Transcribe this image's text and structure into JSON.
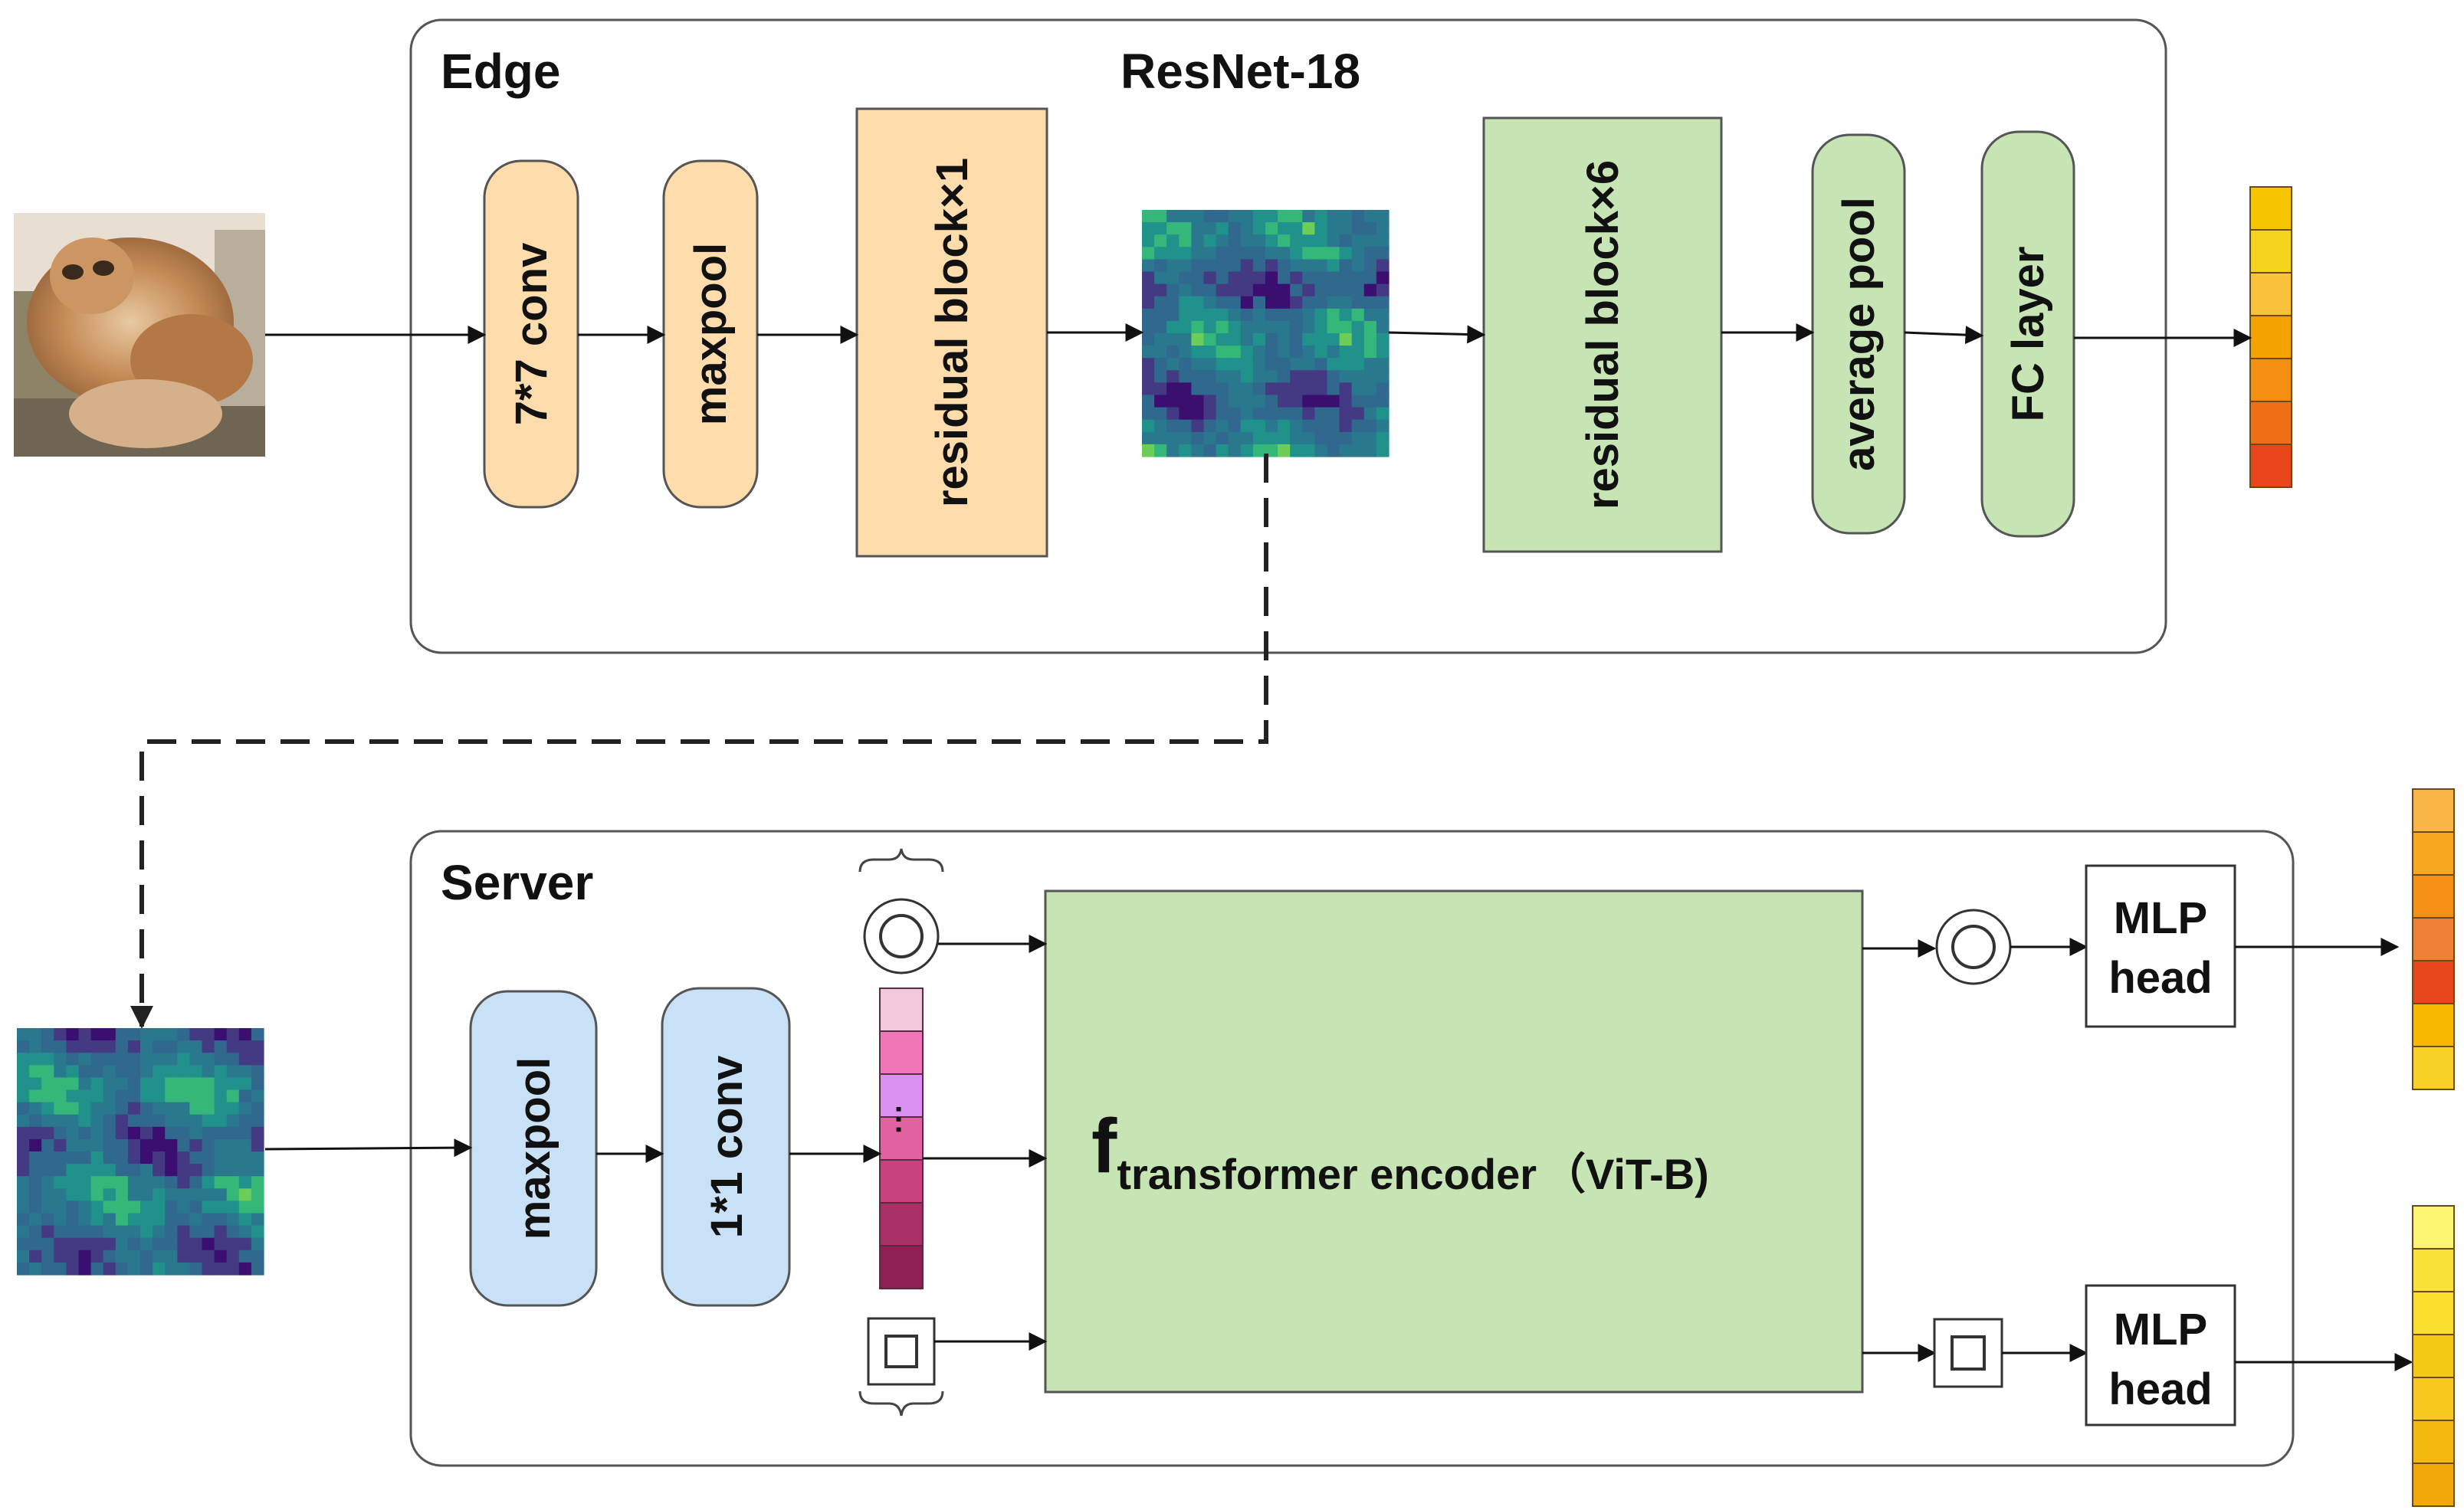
{
  "edge": {
    "section_label": "Edge",
    "network_title": "ResNet-18",
    "blocks": {
      "conv": "7*7 conv",
      "maxpool": "maxpool",
      "residual_1": "residual block×1",
      "residual_6": "residual block×6",
      "avgpool": "average pool",
      "fc": "FC layer"
    },
    "output_vector_colors": [
      "#F7C400",
      "#F4D31C",
      "#FAC13A",
      "#F2A300",
      "#F49011",
      "#EF6F17",
      "#E9461E"
    ]
  },
  "server": {
    "section_label": "Server",
    "blocks": {
      "maxpool": "maxpool",
      "conv1x1": "1*1 conv"
    },
    "token_colors": [
      "#F2C8DC",
      "#F078BA",
      "#D990F0",
      "#E062A3",
      "#C8427F",
      "#A93067",
      "#8E1F52"
    ],
    "token_ellipsis": "···",
    "encoder": {
      "symbol": "f",
      "subscript": "transformer encoder",
      "variant": "（ViT-B)"
    },
    "heads": [
      {
        "label_line1": "MLP",
        "label_line2": "head"
      },
      {
        "label_line1": "MLP",
        "label_line2": "head"
      }
    ],
    "output_vector_top_colors": [
      "#F8B644",
      "#F8A720",
      "#F49013",
      "#F08034",
      "#E8471D",
      "#F8B700",
      "#F7D125"
    ],
    "output_vector_bottom_colors": [
      "#FBF571",
      "#F8E336",
      "#F9DE2E",
      "#F4C914",
      "#F8CA1F",
      "#F3B90F",
      "#F1A808"
    ]
  },
  "icons": {
    "input_image": "cat-photo-icon",
    "feature_map": "feature-map-heatmap-icon",
    "class_token": "double-circle-icon",
    "distill_token": "square-token-icon"
  }
}
